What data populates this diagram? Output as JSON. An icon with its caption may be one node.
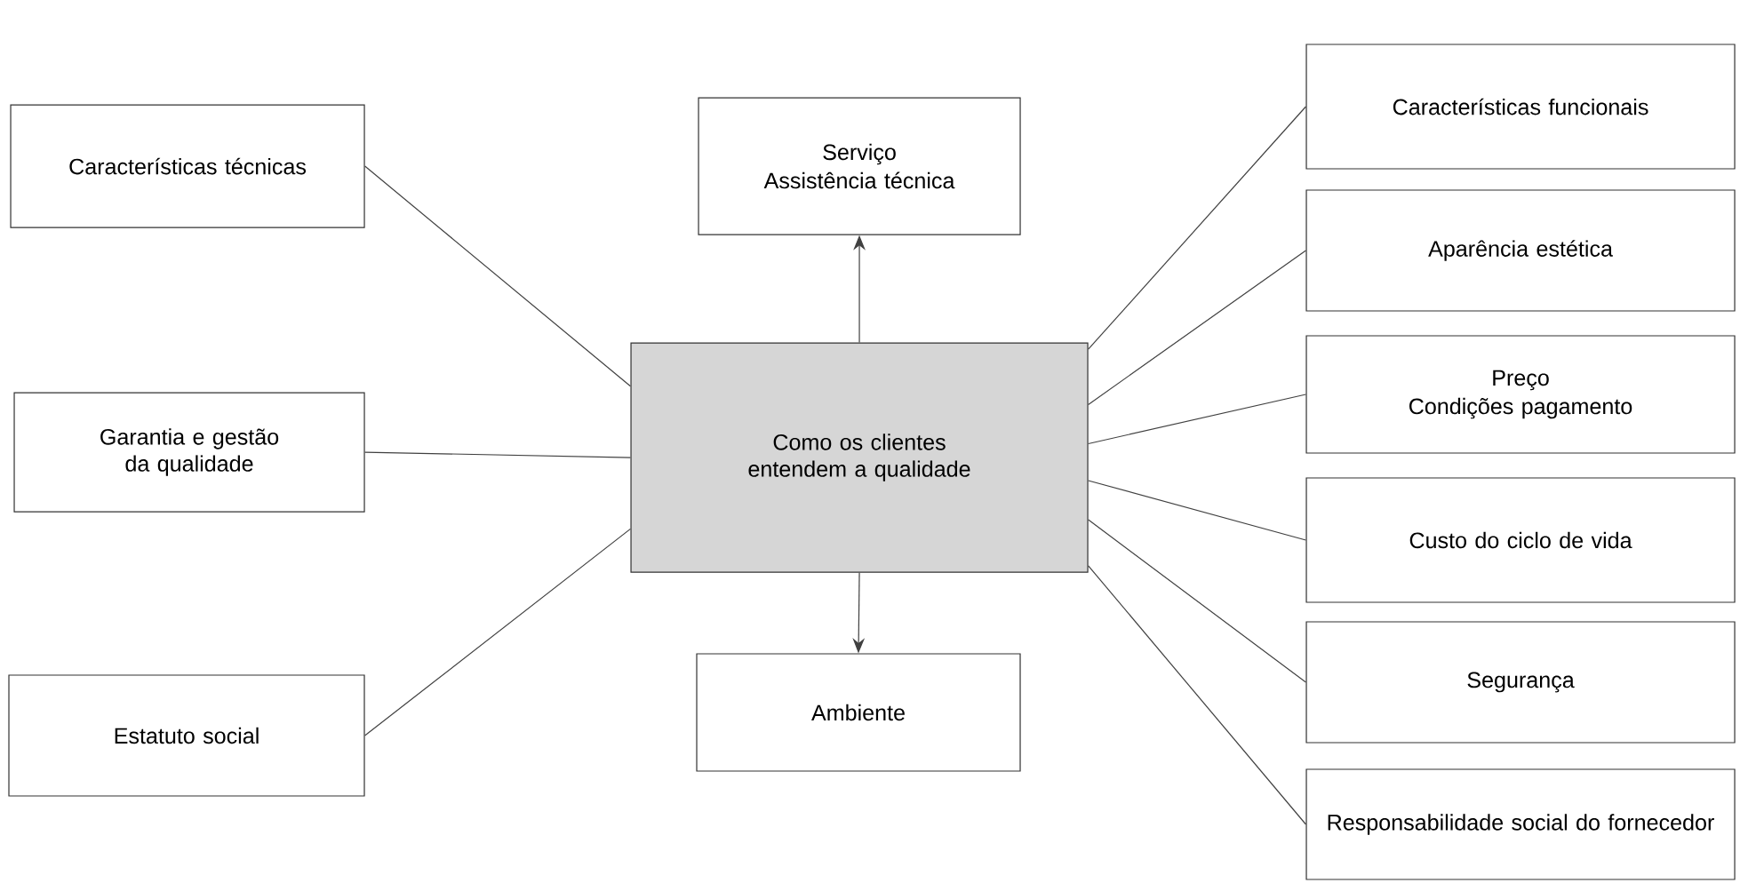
{
  "diagram": {
    "nodes": [
      {
        "text": [
          "Como os clientes entendem a qualidade"
        ]
      },
      {
        "text": [
          "Características técnicas"
        ]
      },
      {
        "text": [
          "Serviço",
          "Assistência técnica"
        ]
      },
      {
        "text": [
          "Características funcionais"
        ]
      },
      {
        "text": [
          "Aparência estética"
        ]
      },
      {
        "text": [
          "Garantia e gestão da qualidade"
        ]
      },
      {
        "text": [
          "Preço",
          "Condições pagamento"
        ]
      },
      {
        "text": [
          "Custo do ciclo de vida"
        ]
      },
      {
        "text": [
          "Segurança"
        ]
      },
      {
        "text": [
          "Estatuto social"
        ]
      },
      {
        "text": [
          "Ambiente"
        ]
      },
      {
        "text": [
          "Responsabilidade social do fornecedor"
        ]
      }
    ],
    "edges": [
      {
        "from": 0,
        "to": 1,
        "arrow": "none"
      },
      {
        "from": 0,
        "to": 2,
        "arrow": "to"
      },
      {
        "from": 0,
        "to": 3,
        "arrow": "none"
      },
      {
        "from": 0,
        "to": 4,
        "arrow": "none"
      },
      {
        "from": 0,
        "to": 5,
        "arrow": "none"
      },
      {
        "from": 0,
        "to": 6,
        "arrow": "none"
      },
      {
        "from": 0,
        "to": 7,
        "arrow": "none"
      },
      {
        "from": 0,
        "to": 8,
        "arrow": "none"
      },
      {
        "from": 0,
        "to": 9,
        "arrow": "none"
      },
      {
        "from": 0,
        "to": 10,
        "arrow": "to"
      },
      {
        "from": 0,
        "to": 11,
        "arrow": "none"
      }
    ]
  }
}
